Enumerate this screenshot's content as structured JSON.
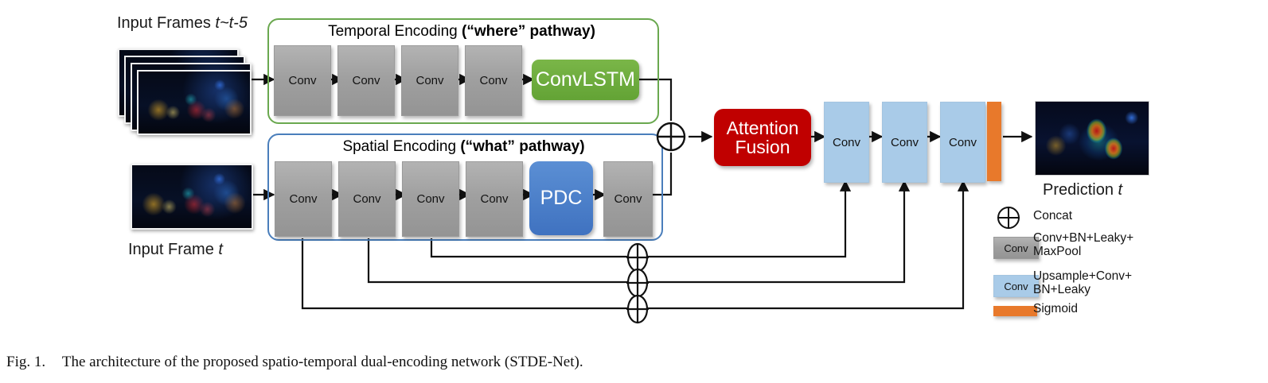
{
  "figure": {
    "caption_prefix": "Fig. 1.",
    "caption_text": "The architecture of the proposed spatio-temporal dual-encoding network (STDE-Net)."
  },
  "inputs": {
    "frames_label_main": "Input Frames ",
    "frames_label_italic": "t~t-5",
    "frame_label_main": "Input Frame ",
    "frame_label_italic": "t"
  },
  "output": {
    "label_main": "Prediction ",
    "label_italic": "t"
  },
  "temporal_pathway": {
    "title_plain": "Temporal Encoding ",
    "title_bold": "(“where” pathway)",
    "blocks": [
      {
        "label": "Conv",
        "type": "conv-gray"
      },
      {
        "label": "Conv",
        "type": "conv-gray"
      },
      {
        "label": "Conv",
        "type": "conv-gray"
      },
      {
        "label": "Conv",
        "type": "conv-gray"
      },
      {
        "label": "ConvLSTM",
        "type": "convlstm"
      }
    ]
  },
  "spatial_pathway": {
    "title_plain": "Spatial Encoding ",
    "title_bold": "(“what” pathway)",
    "blocks": [
      {
        "label": "Conv",
        "type": "conv-gray"
      },
      {
        "label": "Conv",
        "type": "conv-gray"
      },
      {
        "label": "Conv",
        "type": "conv-gray"
      },
      {
        "label": "Conv",
        "type": "conv-gray"
      },
      {
        "label": "PDC",
        "type": "pdc"
      },
      {
        "label": "Conv",
        "type": "conv-gray"
      }
    ]
  },
  "fusion": {
    "concat_symbol": "⊕",
    "attention_line1": "Attention",
    "attention_line2": "Fusion"
  },
  "decoder": {
    "blocks": [
      {
        "label": "Conv",
        "type": "conv-blue"
      },
      {
        "label": "Conv",
        "type": "conv-blue"
      },
      {
        "label": "Conv",
        "type": "conv-blue"
      }
    ],
    "sigmoid_label": ""
  },
  "skip_concats": [
    {
      "symbol": "⊕"
    },
    {
      "symbol": "⊕"
    },
    {
      "symbol": "⊕"
    }
  ],
  "legend": {
    "items": [
      {
        "icon": "concat-symbol",
        "symbol": "⊕",
        "line1": "Concat",
        "line2": ""
      },
      {
        "icon": "gray-conv-box",
        "box_label": "Conv",
        "line1": "Conv+BN+Leaky+",
        "line2": "MaxPool"
      },
      {
        "icon": "blue-conv-box",
        "box_label": "Conv",
        "line1": "Upsample+Conv+",
        "line2": "BN+Leaky"
      },
      {
        "icon": "orange-bar",
        "box_label": "",
        "line1": "Sigmoid",
        "line2": ""
      }
    ]
  },
  "colors": {
    "temporal_frame": "#6aa84f",
    "spatial_frame": "#4a7ebb",
    "convlstm": "#69a83a",
    "pdc": "#4472c4",
    "attention": "#c00000",
    "conv_gray": "#a0a0a0",
    "conv_blue": "#a9cbe8",
    "sigmoid": "#e8792b"
  }
}
